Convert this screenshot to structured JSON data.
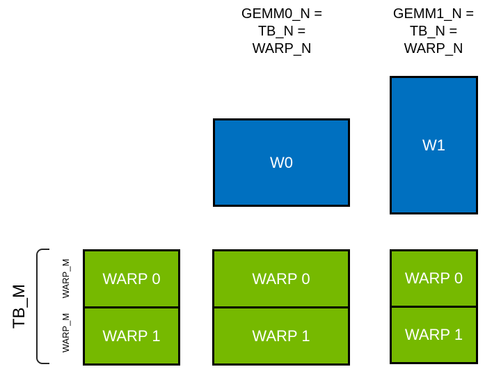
{
  "colors": {
    "blue": "#0070C0",
    "green": "#76B900",
    "border": "#000000",
    "text_light": "#FFFFFF",
    "text_dark": "#000000"
  },
  "headers": [
    {
      "lines": [
        "GEMM0_N =",
        "TB_N =",
        "WARP_N"
      ]
    },
    {
      "lines": [
        "GEMM1_N =",
        "TB_N =",
        "WARP_N"
      ]
    }
  ],
  "blue_boxes": [
    {
      "label": "W0"
    },
    {
      "label": "W1"
    }
  ],
  "left_axis": {
    "tb_label": "TB_M",
    "warp_labels": [
      "WARP_M",
      "WARP_M"
    ]
  },
  "warp_columns": [
    {
      "cells": [
        "WARP 0",
        "WARP 1"
      ]
    },
    {
      "cells": [
        "WARP 0",
        "WARP 1"
      ]
    },
    {
      "cells": [
        "WARP 0",
        "WARP 1"
      ]
    }
  ]
}
